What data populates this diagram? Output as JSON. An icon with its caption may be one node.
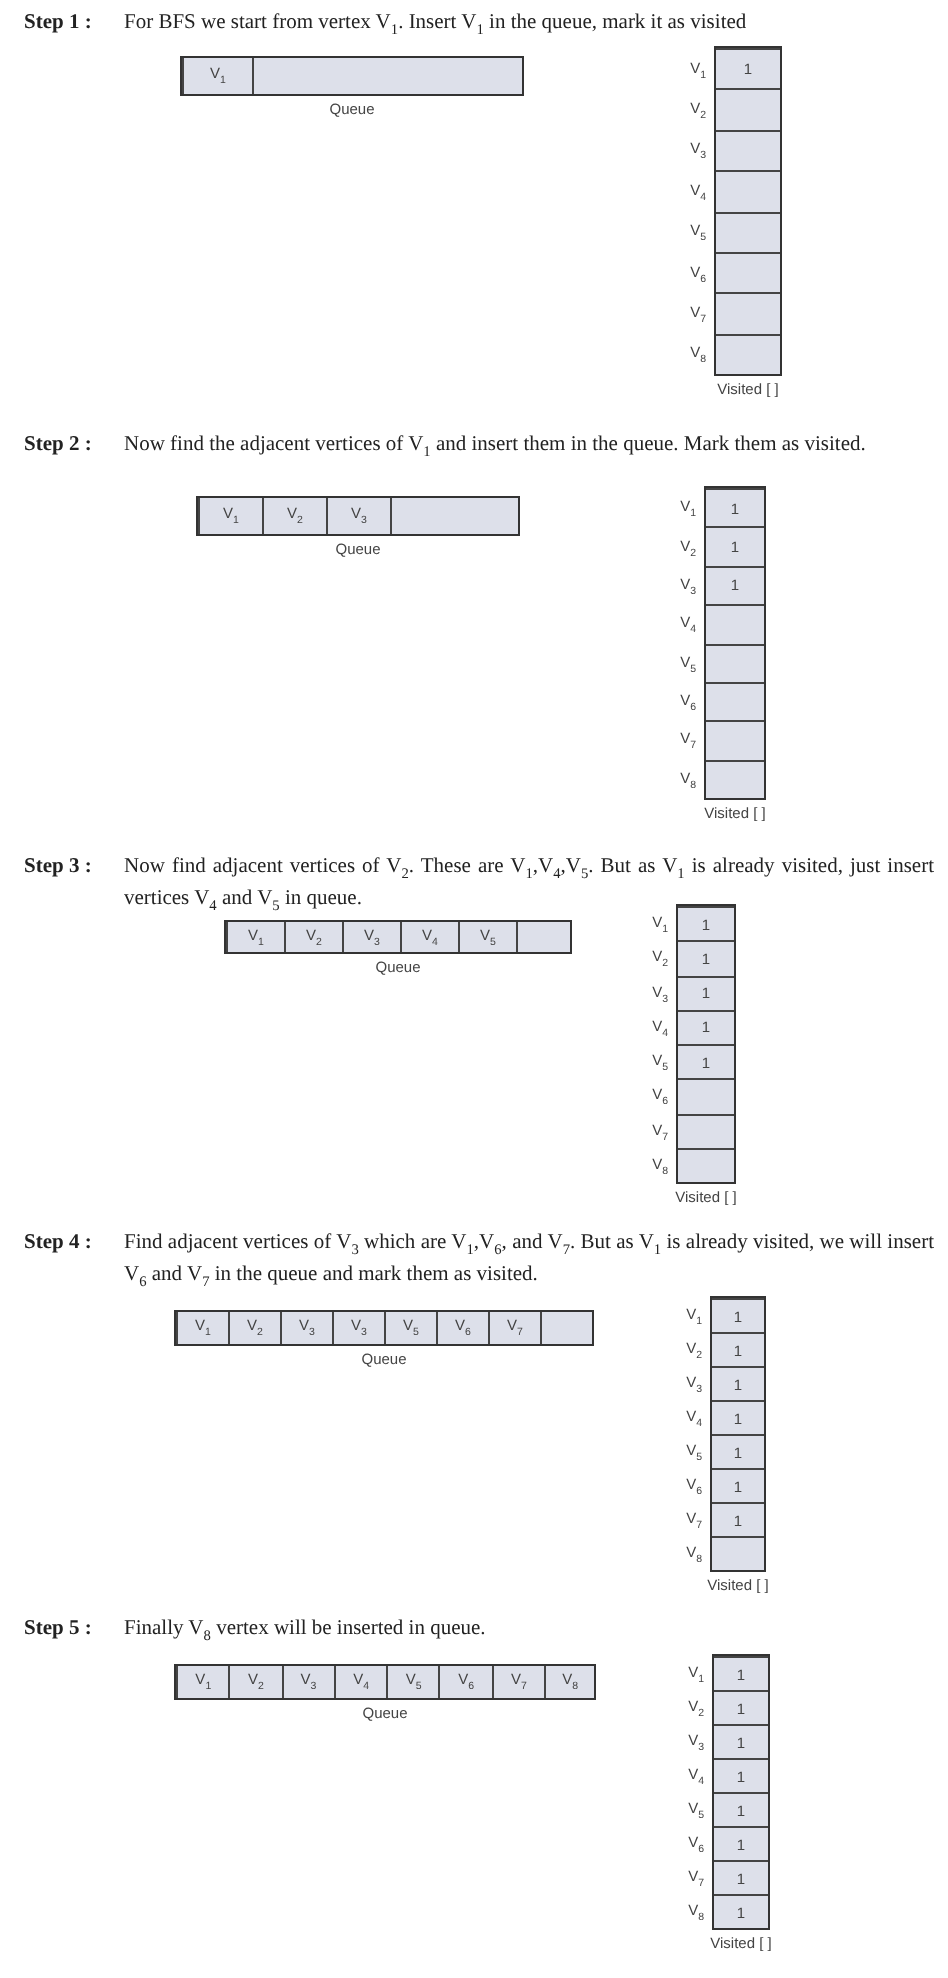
{
  "diagram": {
    "nodes": [
      {
        "text": [],
        "shape": "box",
        "beside": [
          "Queue"
        ]
      },
      {
        "text": [
          "V$_{1}$"
        ],
        "in": 0
      },
      {
        "text": [],
        "shape": "box",
        "in": 0
      },
      {
        "text": [],
        "shape": "box",
        "beside": [
          "Visited [ ]"
        ]
      },
      {
        "text": [
          "1"
        ],
        "in": 3,
        "beside": [
          "V$_{1}$"
        ]
      },
      {
        "text": [],
        "shape": "box",
        "in": 3,
        "beside": [
          "V$_{2}$"
        ]
      },
      {
        "text": [],
        "shape": "box",
        "in": 3,
        "beside": [
          "V$_{3}$"
        ]
      },
      {
        "text": [],
        "shape": "box",
        "in": 3,
        "beside": [
          "V$_{4}$"
        ]
      },
      {
        "text": [],
        "shape": "box",
        "in": 3,
        "beside": [
          "V$_{5}$"
        ]
      },
      {
        "text": [],
        "shape": "box",
        "in": 3,
        "beside": [
          "V$_{6}$"
        ]
      },
      {
        "text": [],
        "shape": "box",
        "in": 3,
        "beside": [
          "V$_{7}$"
        ]
      },
      {
        "text": [],
        "shape": "box",
        "in": 3,
        "beside": [
          "V$_{8}$"
        ]
      },
      {
        "text": [],
        "shape": "box",
        "beside": [
          "Queue"
        ]
      },
      {
        "text": [
          "V$_{1}$"
        ],
        "in": 12
      },
      {
        "text": [
          "V$_{2}$"
        ],
        "in": 12
      },
      {
        "text": [
          "V$_{3}$"
        ],
        "in": 12
      },
      {
        "text": [],
        "shape": "box",
        "in": 12
      },
      {
        "text": [],
        "shape": "box",
        "beside": [
          "Visited [ ]"
        ]
      },
      {
        "text": [
          "1"
        ],
        "in": 17,
        "beside": [
          "V$_{1}$"
        ]
      },
      {
        "text": [
          "1"
        ],
        "in": 17,
        "beside": [
          "V$_{2}$"
        ]
      },
      {
        "text": [
          "1"
        ],
        "in": 17,
        "beside": [
          "V$_{3}$"
        ]
      },
      {
        "text": [],
        "shape": "box",
        "in": 17,
        "beside": [
          "V$_{4}$"
        ]
      },
      {
        "text": [],
        "shape": "box",
        "in": 17,
        "beside": [
          "V$_{5}$"
        ]
      },
      {
        "text": [],
        "shape": "box",
        "in": 17,
        "beside": [
          "V$_{6}$"
        ]
      },
      {
        "text": [],
        "shape": "box",
        "in": 17,
        "beside": [
          "V$_{7}$"
        ]
      },
      {
        "text": [],
        "shape": "box",
        "in": 17,
        "beside": [
          "V$_{8}$"
        ]
      },
      {
        "text": [],
        "shape": "box",
        "beside": [
          "Queue"
        ]
      },
      {
        "text": [
          "V$_{1}$"
        ],
        "in": 26
      },
      {
        "text": [
          "V$_{2}$"
        ],
        "in": 26
      },
      {
        "text": [
          "V$_{3}$"
        ],
        "in": 26
      },
      {
        "text": [
          "V$_{4}$"
        ],
        "in": 26
      },
      {
        "text": [
          "V$_{5}$"
        ],
        "in": 26
      },
      {
        "text": [],
        "shape": "box",
        "in": 26
      },
      {
        "text": [],
        "shape": "box",
        "beside": [
          "Visited [ ]"
        ]
      },
      {
        "text": [
          "1"
        ],
        "in": 33,
        "beside": [
          "V$_{1}$"
        ]
      },
      {
        "text": [
          "1"
        ],
        "in": 33,
        "beside": [
          "V$_{2}$"
        ]
      },
      {
        "text": [
          "1"
        ],
        "in": 33,
        "beside": [
          "V$_{3}$"
        ]
      },
      {
        "text": [
          "1"
        ],
        "in": 33,
        "beside": [
          "V$_{4}$"
        ]
      },
      {
        "text": [
          "1"
        ],
        "in": 33,
        "beside": [
          "V$_{5}$"
        ]
      },
      {
        "text": [],
        "shape": "box",
        "in": 33,
        "beside": [
          "V$_{6}$"
        ]
      },
      {
        "text": [],
        "shape": "box",
        "in": 33,
        "beside": [
          "V$_{7}$"
        ]
      },
      {
        "text": [],
        "shape": "box",
        "in": 33,
        "beside": [
          "V$_{8}$"
        ]
      },
      {
        "text": [],
        "shape": "box",
        "beside": [
          "Queue"
        ]
      },
      {
        "text": [
          "V$_{1}$"
        ],
        "in": 42
      },
      {
        "text": [
          "V$_{2}$"
        ],
        "in": 42
      },
      {
        "text": [
          "V$_{3}$"
        ],
        "in": 42
      },
      {
        "text": [
          "V$_{3}$"
        ],
        "in": 42
      },
      {
        "text": [
          "V$_{5}$"
        ],
        "in": 42
      },
      {
        "text": [
          "V$_{6}$"
        ],
        "in": 42
      },
      {
        "text": [
          "V$_{7}$"
        ],
        "in": 42
      },
      {
        "text": [],
        "shape": "box",
        "in": 42
      },
      {
        "text": [],
        "shape": "box",
        "beside": [
          "Visited [ ]"
        ]
      },
      {
        "text": [
          "1"
        ],
        "in": 51,
        "beside": [
          "V$_{1}$"
        ]
      },
      {
        "text": [
          "1"
        ],
        "in": 51,
        "beside": [
          "V$_{2}$"
        ]
      },
      {
        "text": [
          "1"
        ],
        "in": 51,
        "beside": [
          "V$_{3}$"
        ]
      },
      {
        "text": [
          "1"
        ],
        "in": 51,
        "beside": [
          "V$_{4}$"
        ]
      },
      {
        "text": [
          "1"
        ],
        "in": 51,
        "beside": [
          "V$_{5}$"
        ]
      },
      {
        "text": [
          "1"
        ],
        "in": 51,
        "beside": [
          "V$_{6}$"
        ]
      },
      {
        "text": [
          "1"
        ],
        "in": 51,
        "beside": [
          "V$_{7}$"
        ]
      },
      {
        "text": [],
        "shape": "box",
        "in": 51,
        "beside": [
          "V$_{8}$"
        ]
      },
      {
        "text": [],
        "shape": "box",
        "beside": [
          "Queue"
        ]
      },
      {
        "text": [
          "V$_{1}$"
        ],
        "in": 60
      },
      {
        "text": [
          "V$_{2}$"
        ],
        "in": 60
      },
      {
        "text": [
          "V$_{3}$"
        ],
        "in": 60
      },
      {
        "text": [
          "V$_{4}$"
        ],
        "in": 60
      },
      {
        "text": [
          "V$_{5}$"
        ],
        "in": 60
      },
      {
        "text": [
          "V$_{6}$"
        ],
        "in": 60
      },
      {
        "text": [
          "V$_{7}$"
        ],
        "in": 60
      },
      {
        "text": [
          "V$_{8}$"
        ],
        "in": 60
      },
      {
        "text": [],
        "shape": "box",
        "beside": [
          "Visited [ ]"
        ]
      },
      {
        "text": [
          "1"
        ],
        "in": 69,
        "beside": [
          "V$_{1}$"
        ]
      },
      {
        "text": [
          "1"
        ],
        "in": 69,
        "beside": [
          "V$_{2}$"
        ]
      },
      {
        "text": [
          "1"
        ],
        "in": 69,
        "beside": [
          "V$_{3}$"
        ]
      },
      {
        "text": [
          "1"
        ],
        "in": 69,
        "beside": [
          "V$_{4}$"
        ]
      },
      {
        "text": [
          "1"
        ],
        "in": 69,
        "beside": [
          "V$_{5}$"
        ]
      },
      {
        "text": [
          "1"
        ],
        "in": 69,
        "beside": [
          "V$_{6}$"
        ]
      },
      {
        "text": [
          "1"
        ],
        "in": 69,
        "beside": [
          "V$_{7}$"
        ]
      },
      {
        "text": [
          "1"
        ],
        "in": 69,
        "beside": [
          "V$_{8}$"
        ]
      }
    ],
    "edges": [],
    "labels": [
      "Step 1 :",
      "For BFS we start from vertex V$_{1}$. Insert V$_{1}$ in the queue, mark it as visited",
      "Step 2 :",
      "Now find the adjacent vertices of V$_{1}$ and insert them in the queue. Mark them as visited.",
      "Step 3 :",
      "Now find adjacent vertices of V$_{2}$. These are V$_{1}$,V$_{4}$,V$_{5}$. But as V$_{1}$ is already visited, just insert vertices V$_{4}$ and V$_{5}$ in queue.",
      "Step 4 :",
      "Find adjacent vertices of V$_{3}$ which are V$_{1}$,V$_{6}$, and V$_{7}$. But as V$_{1}$ is already visited, we will insert V$_{6}$ and V$_{7}$ in the queue and mark them as visited.",
      "Step 5 :",
      "Finally V$_{8}$ vertex will be inserted in queue."
    ]
  }
}
